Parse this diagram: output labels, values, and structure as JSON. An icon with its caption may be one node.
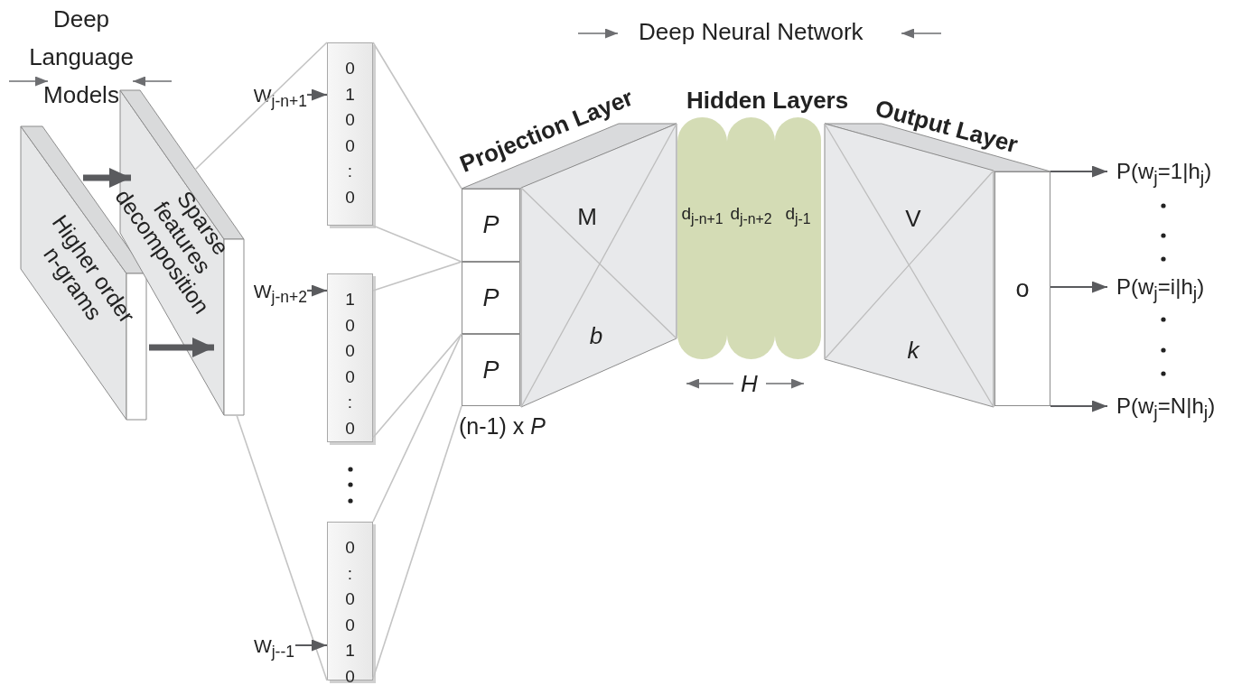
{
  "diagram": {
    "nodes": [
      {
        "text": [
          "Higher order n-grams"
        ]
      },
      {
        "text": [
          "Sparse features decomposition"
        ]
      },
      {
        "text": [
          "W$_{j-n+1}$"
        ]
      },
      {
        "text": [
          "0 1 0 0 : 0"
        ]
      },
      {
        "text": [
          "W$_{j-n+2}$"
        ]
      },
      {
        "text": [
          "1 0 0 0 : 0"
        ]
      },
      {
        "text": [
          "W$_{j--1}$"
        ]
      },
      {
        "text": [
          "0 : 0 0 1 0"
        ]
      },
      {
        "text": [
          "Projection Layer",
          "M",
          "b"
        ],
        "beside": [
          "(n-1) x *P*"
        ]
      },
      {
        "text": [
          "P"
        ]
      },
      {
        "text": [
          "P"
        ]
      },
      {
        "text": [
          "P"
        ]
      },
      {
        "text": [
          "d$_{j-n+1}$"
        ]
      },
      {
        "text": [
          "d$_{j-n+2}$"
        ]
      },
      {
        "text": [
          "d$_{j-1}$"
        ]
      },
      {
        "text": [
          "Output Layer",
          "V",
          "k"
        ]
      },
      {
        "text": [
          "o"
        ]
      },
      {
        "text": [
          "P(w$_{j}$=1|h$_{j}$)"
        ]
      },
      {
        "text": [
          "P(w$_{j}$=i|h$_{j}$)"
        ]
      },
      {
        "text": [
          "P(w$_{j}$=N|h$_{j}$)"
        ]
      }
    ],
    "edges": [
      {
        "from": 0,
        "to": 1,
        "arrow": "to",
        "style": "thick"
      },
      {
        "from": 0,
        "to": 1,
        "arrow": "to",
        "style": "thick"
      },
      {
        "from": 1,
        "to": 3,
        "arrow": "none",
        "color": "#c4c4c4"
      },
      {
        "from": 1,
        "to": 7,
        "arrow": "none",
        "color": "#c4c4c4"
      },
      {
        "from": 2,
        "to": 3,
        "arrow": "to"
      },
      {
        "from": 4,
        "to": 5,
        "arrow": "to"
      },
      {
        "from": 6,
        "to": 7,
        "arrow": "to"
      },
      {
        "from": 3,
        "to": 9,
        "arrow": "none",
        "color": "#c4c4c4"
      },
      {
        "from": 3,
        "to": 9,
        "arrow": "none",
        "color": "#c4c4c4"
      },
      {
        "from": 5,
        "to": 10,
        "arrow": "none",
        "color": "#c4c4c4"
      },
      {
        "from": 5,
        "to": 10,
        "arrow": "none",
        "color": "#c4c4c4"
      },
      {
        "from": 7,
        "to": 11,
        "arrow": "none",
        "color": "#c4c4c4"
      },
      {
        "from": 7,
        "to": 11,
        "arrow": "none",
        "color": "#c4c4c4"
      },
      {
        "from": 16,
        "to": 17,
        "arrow": "to"
      },
      {
        "from": 16,
        "to": 18,
        "arrow": "to"
      },
      {
        "from": 16,
        "to": 19,
        "arrow": "to"
      }
    ],
    "labels": [
      "Deep Language Models",
      "Deep Neural Network",
      "Hidden Layers",
      "H"
    ]
  }
}
